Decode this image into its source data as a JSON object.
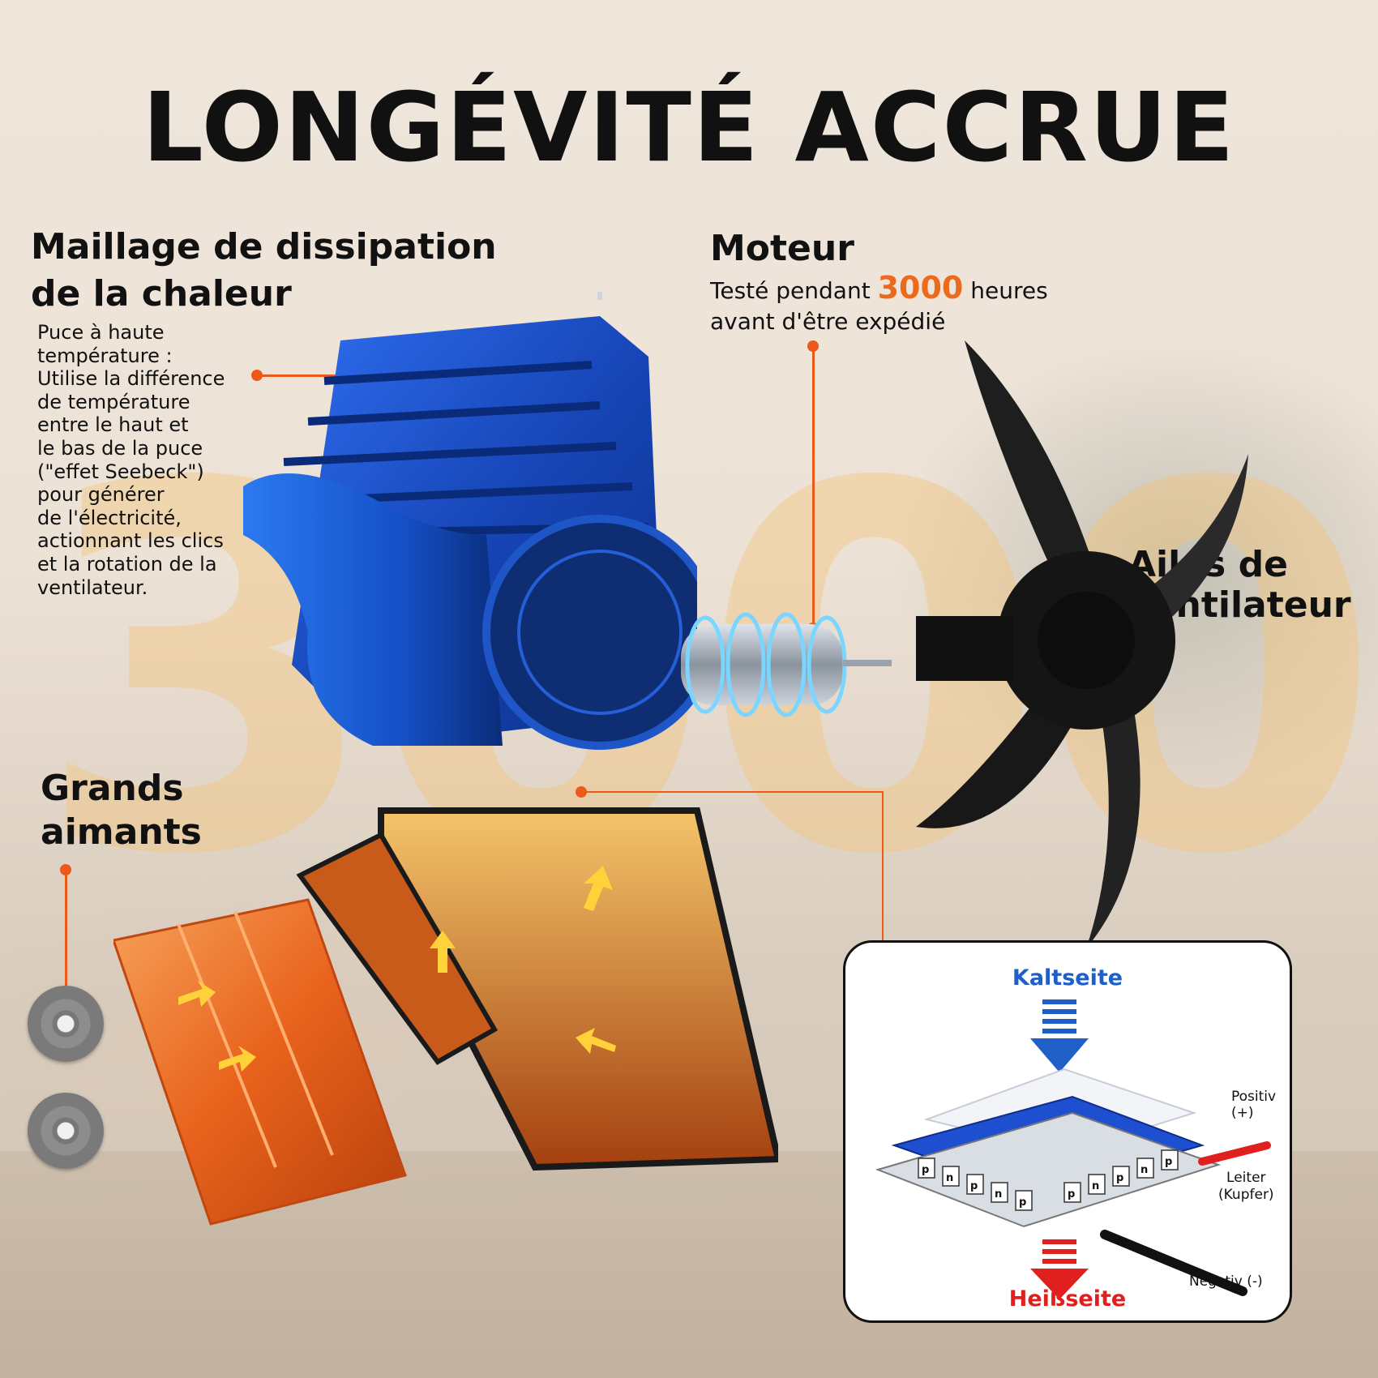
{
  "headline": "LONGÉVITÉ ACCRUE",
  "background_number": "3000",
  "heat_sink": {
    "title_line1": "Maillage de dissipation",
    "title_line2": "de la chaleur",
    "description_lines": [
      "Puce à haute",
      "température :",
      "Utilise la différence",
      "de température",
      "entre le haut et",
      "le bas de la puce",
      "(\"effet Seebeck\")",
      "pour générer",
      "de l'électricité,",
      "actionnant les clics",
      "et la rotation de la",
      "ventilateur."
    ]
  },
  "motor": {
    "title": "Moteur",
    "line1_prefix": "Testé pendant",
    "hours": "3000",
    "line1_suffix": "heures",
    "line2": "avant d'être expédié"
  },
  "fan_blades": {
    "line1": "Ailes de",
    "line2": "ventilateur"
  },
  "magnets": {
    "line1": "Grands",
    "line2": "aimants"
  },
  "peltier_diagram": {
    "cold_side": "Kaltseite",
    "hot_side": "Heißseite",
    "positive": "Positiv (+)",
    "negative": "Negativ (-)",
    "conductor_line1": "Leiter",
    "conductor_line2": "(Kupfer)",
    "cell_p": "p",
    "cell_n": "n"
  },
  "colors": {
    "accent": "#ec5a1a",
    "blue_fins": "#1f5fd6",
    "copper": "#e8621c",
    "cold_blue": "#1f5fc8",
    "hot_red": "#e0201e"
  }
}
